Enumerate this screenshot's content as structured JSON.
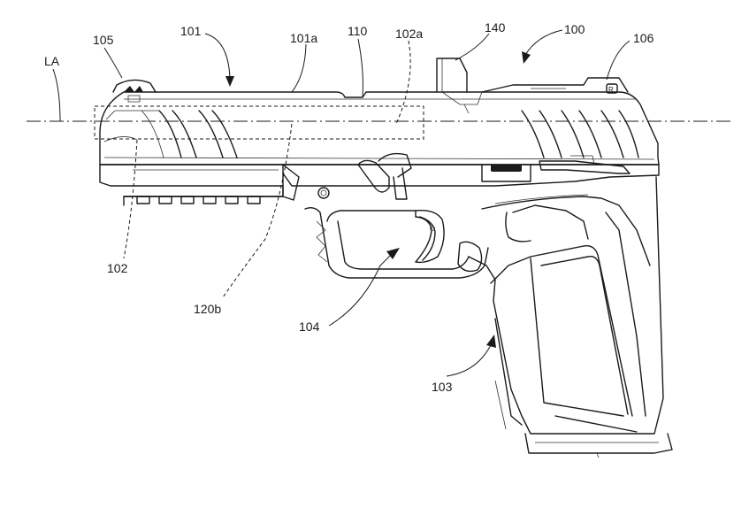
{
  "figure": {
    "labels": {
      "la": "LA",
      "l105": "105",
      "l101": "101",
      "l101a": "101a",
      "l110": "110",
      "l102a": "102a",
      "l140": "140",
      "l100": "100",
      "l106": "106",
      "l102": "102",
      "l120b": "120b",
      "l104": "104",
      "l103": "103"
    },
    "stroke_color": "#1a1a1a",
    "background_color": "#ffffff"
  }
}
